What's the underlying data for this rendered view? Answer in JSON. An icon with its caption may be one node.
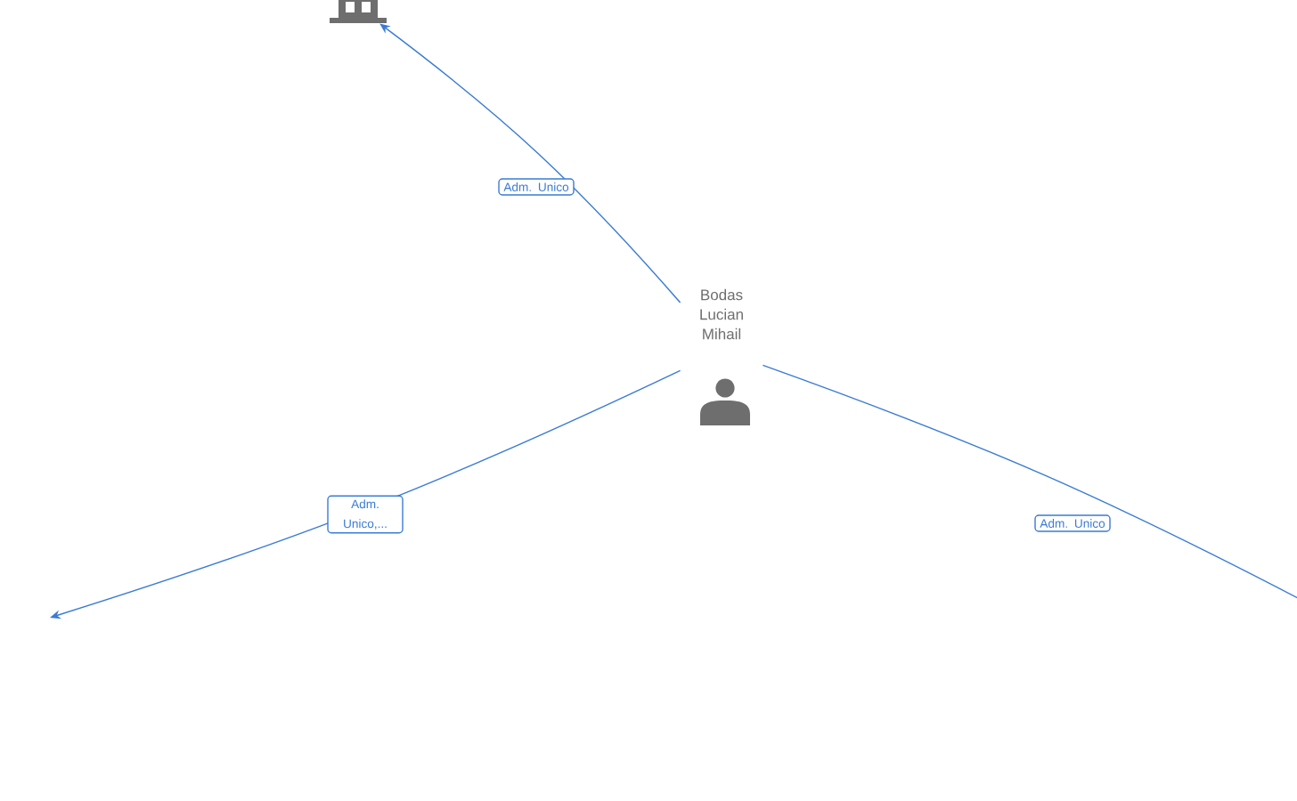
{
  "diagram": {
    "nodes": [
      {
        "text": [],
        "shape": "building"
      },
      {
        "text": [
          "Bodas Lucian Mihail"
        ]
      }
    ],
    "edges": [
      {
        "from": 1,
        "to": 0,
        "arrow": "to",
        "label": "Adm. Unico"
      },
      {
        "from": 1,
        "to": null,
        "arrow": "to",
        "label": "Adm. Unico,..."
      },
      {
        "from": 1,
        "to": null,
        "arrow": "none",
        "label": "Adm. Unico"
      }
    ]
  }
}
